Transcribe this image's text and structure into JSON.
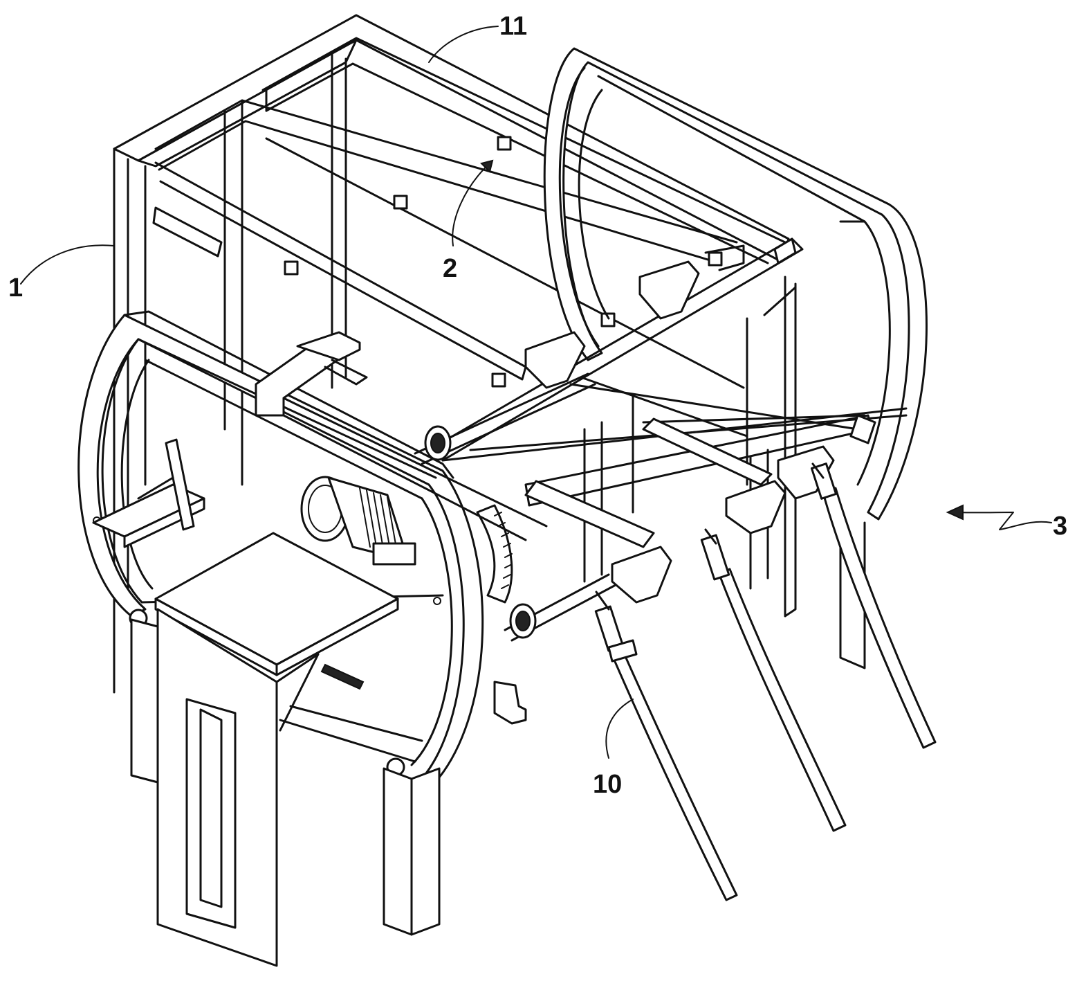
{
  "labels": {
    "frame": "1",
    "nozzle": "2",
    "direction": "3",
    "hose": "10",
    "top_frame": "11"
  }
}
